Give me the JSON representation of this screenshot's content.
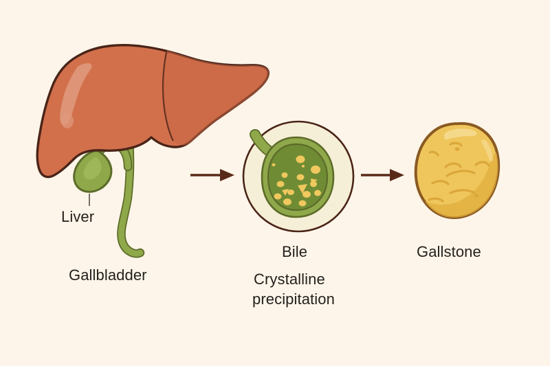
{
  "diagram": {
    "title": "Gallstone formation diagram",
    "background_color": "#FDF5E9",
    "stages": [
      {
        "id": "stage-liver-gallbladder",
        "labels": [
          {
            "name": "liver",
            "text": "Liver"
          },
          {
            "name": "gallbladder",
            "text": "Gallbladder"
          }
        ],
        "colors": {
          "liver_fill": "#D2704C",
          "liver_outline": "#4A2418",
          "liver_highlight": "#DC8C6E",
          "gallbladder_fill": "#8FA84A",
          "gallbladder_outline": "#5C6B2A",
          "bile_duct_fill": "#8FA84A"
        }
      },
      {
        "id": "stage-bile",
        "labels": [
          {
            "name": "bile",
            "text": "Bile"
          },
          {
            "name": "crystalline-line-1",
            "text": "Crystalline"
          },
          {
            "name": "crystalline-line-2",
            "text": "precipitation"
          }
        ],
        "colors": {
          "circle_fill": "#F6EFD7",
          "circle_outline": "#4A2418",
          "bile_fill": "#6F8C34",
          "bile_outline": "#5C6B2A",
          "gallbladder_wall": "#8FA84A",
          "crystal_fill": "#EFC85E"
        }
      },
      {
        "id": "stage-gallstone",
        "labels": [
          {
            "name": "gallstone",
            "text": "Gallstone"
          }
        ],
        "colors": {
          "stone_fill": "#EFC65C",
          "stone_outline": "#8A5A22",
          "stone_shade": "#E0AE3E",
          "stone_highlight": "#F6DC93"
        }
      }
    ],
    "arrows": [
      {
        "name": "arrow-liver-to-bile",
        "direction": "right",
        "color": "#5A2A18"
      },
      {
        "name": "arrow-bile-to-gallstone",
        "direction": "right",
        "color": "#5A2A18"
      }
    ],
    "leader_lines": [
      {
        "name": "liver-leader-line",
        "color": "#5A5048"
      }
    ]
  }
}
